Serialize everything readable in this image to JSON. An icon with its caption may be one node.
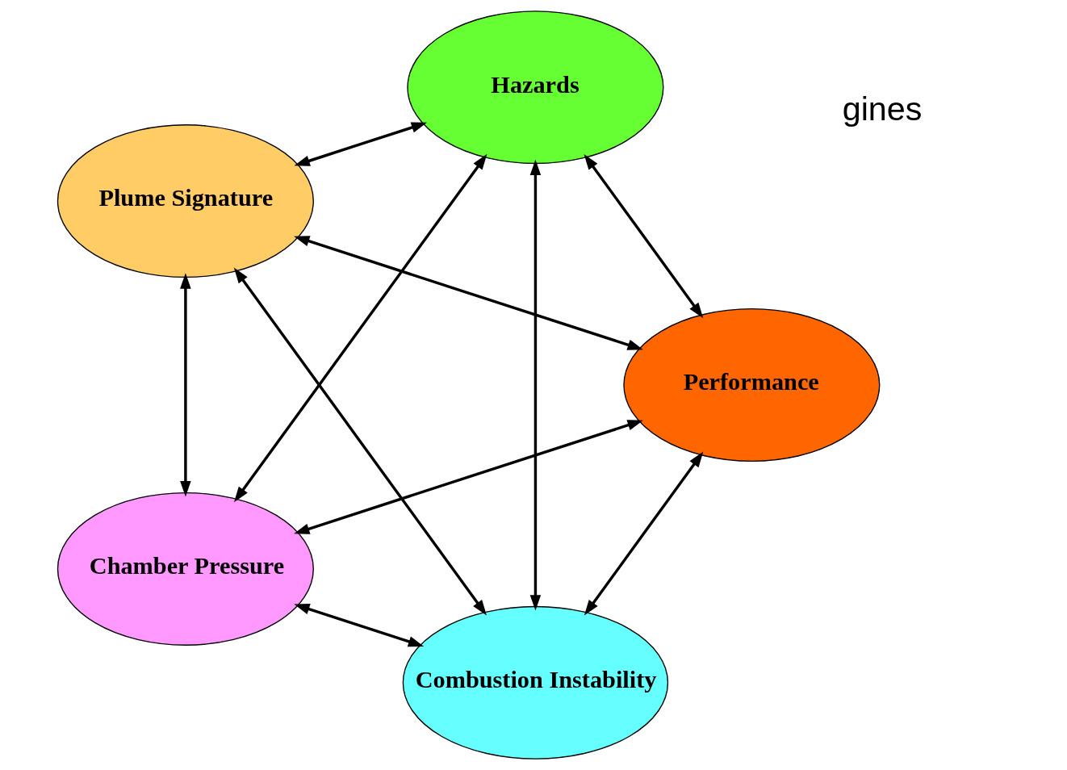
{
  "diagram": {
    "nodes": [
      {
        "text": [
          "Combustion Instability"
        ]
      },
      {
        "text": [
          "Performance"
        ]
      },
      {
        "text": [
          "Plume Signature"
        ]
      },
      {
        "text": [
          "Hazards"
        ]
      },
      {
        "text": [
          "Chamber Pressure"
        ]
      }
    ],
    "edges": [
      {
        "from": 0,
        "to": 1,
        "arrow": "both"
      },
      {
        "from": 0,
        "to": 2,
        "arrow": "both"
      },
      {
        "from": 0,
        "to": 3,
        "arrow": "both"
      },
      {
        "from": 0,
        "to": 4,
        "arrow": "both"
      },
      {
        "from": 1,
        "to": 2,
        "arrow": "both"
      },
      {
        "from": 1,
        "to": 3,
        "arrow": "both"
      },
      {
        "from": 1,
        "to": 4,
        "arrow": "both"
      },
      {
        "from": 2,
        "to": 3,
        "arrow": "both"
      },
      {
        "from": 2,
        "to": 4,
        "arrow": "both"
      },
      {
        "from": 3,
        "to": 4,
        "arrow": "both"
      }
    ],
    "labels": [
      "gines"
    ]
  }
}
